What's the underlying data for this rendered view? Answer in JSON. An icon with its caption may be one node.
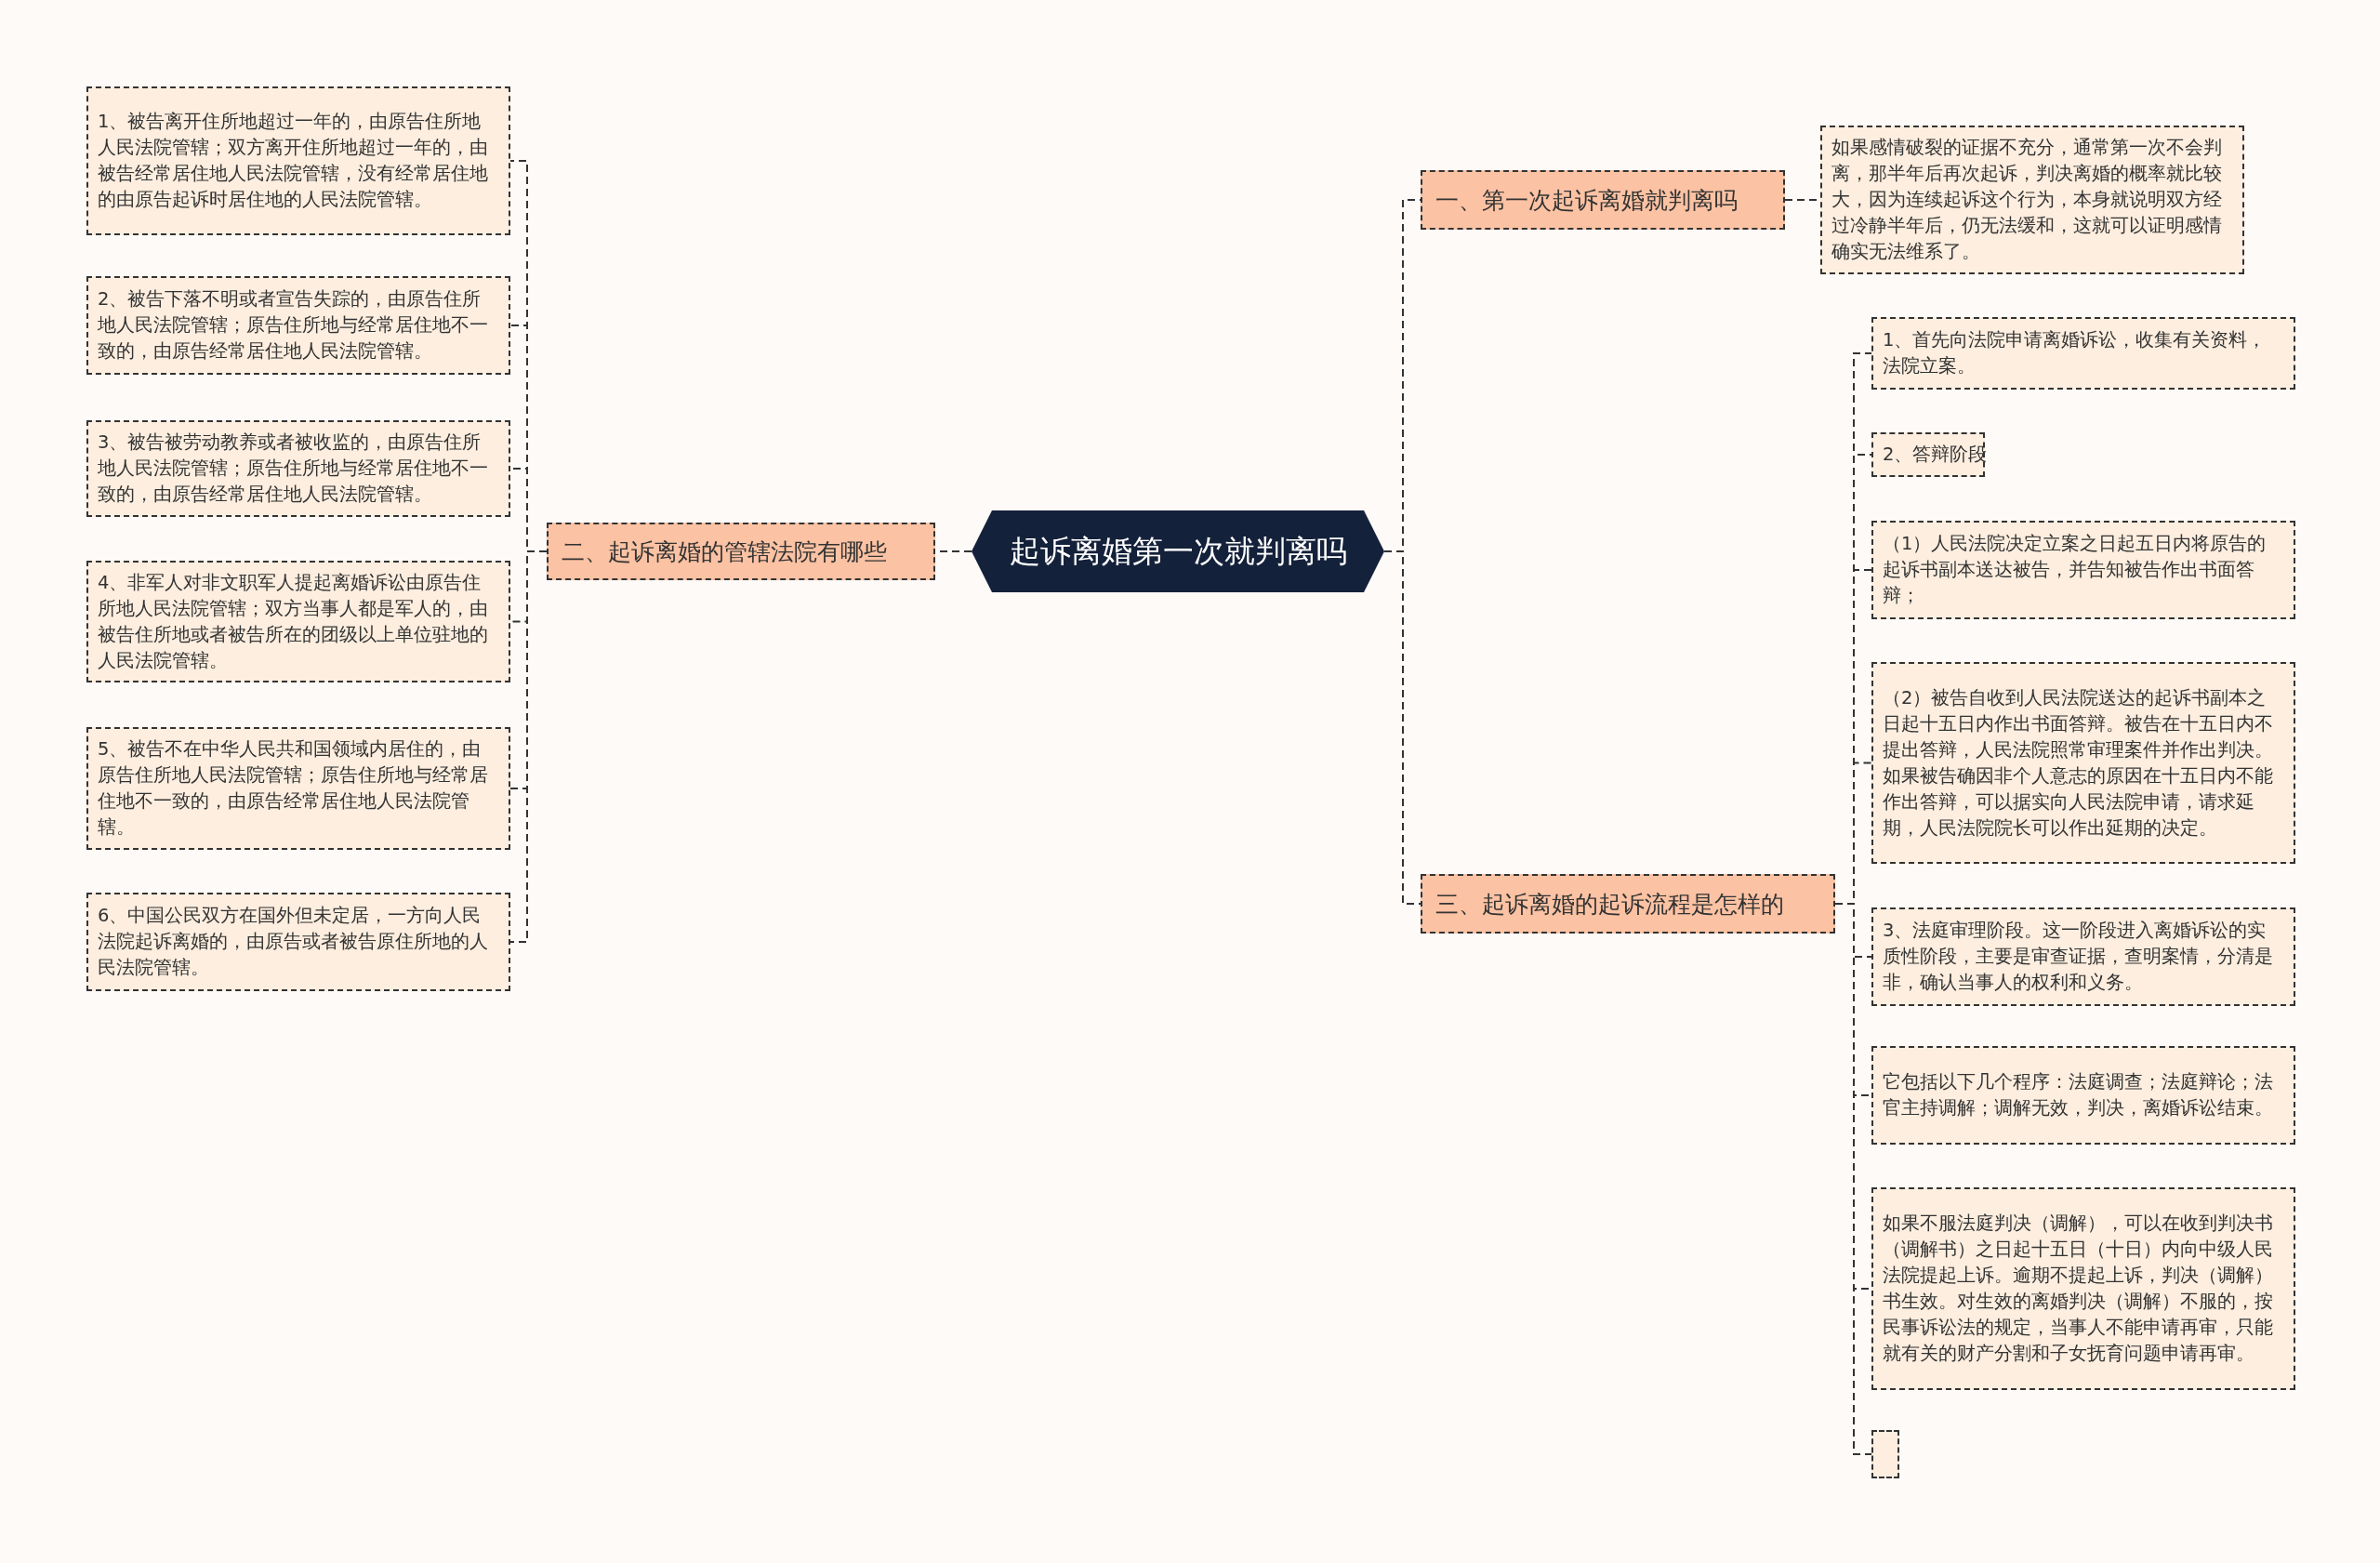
{
  "diagram": {
    "nodes": [
      {
        "text": [
          "起诉离婚第一次就判离吗"
        ]
      },
      {
        "text": [
          "一、第一次起诉离婚就判离吗"
        ]
      },
      {
        "text": [
          "如果感情破裂的证据不充分，通常第一次不会判离，那半年后再次起诉，判决离婚的概率就比较大，因为连续起诉这个行为，本身就说明双方经过冷静半年后，仍无法缓和，这就可以证明感情确实无法维系了。"
        ]
      },
      {
        "text": [
          "二、起诉离婚的管辖法院有哪些"
        ]
      },
      {
        "text": [
          "1、被告离开住所地超过一年的，由原告住所地人民法院管辖；双方离开住所地超过一年的，由被告经常居住地人民法院管辖，没有经常居住地的由原告起诉时居住地的人民法院管辖。"
        ]
      },
      {
        "text": [
          "2、被告下落不明或者宣告失踪的，由原告住所地人民法院管辖；原告住所地与经常居住地不一致的，由原告经常居住地人民法院管辖。"
        ]
      },
      {
        "text": [
          "3、被告被劳动教养或者被收监的，由原告住所地人民法院管辖；原告住所地与经常居住地不一致的，由原告经常居住地人民法院管辖。"
        ]
      },
      {
        "text": [
          "4、非军人对非文职军人提起离婚诉讼由原告住所地人民法院管辖；双方当事人都是军人的，由被告住所地或者被告所在的团级以上单位驻地的人民法院管辖。"
        ]
      },
      {
        "text": [
          "5、被告不在中华人民共和国领域内居住的，由原告住所地人民法院管辖；原告住所地与经常居住地不一致的，由原告经常居住地人民法院管辖。"
        ]
      },
      {
        "text": [
          "6、中国公民双方在国外但未定居，一方向人民法院起诉离婚的，由原告或者被告原住所地的人民法院管辖。"
        ]
      },
      {
        "text": [
          "三、起诉离婚的起诉流程是怎样的"
        ]
      },
      {
        "text": [
          "1、首先向法院申请离婚诉讼，收集有关资料，法院立案。"
        ]
      },
      {
        "text": [
          "2、答辩阶段"
        ]
      },
      {
        "text": [
          "（1）人民法院决定立案之日起五日内将原告的起诉书副本送达被告，并告知被告作出书面答辩；"
        ]
      },
      {
        "text": [
          "（2）被告自收到人民法院送达的起诉书副本之日起十五日内作出书面答辩。被告在十五日内不提出答辩，人民法院照常审理案件并作出判决。如果被告确因非个人意志的原因在十五日内不能作出答辩，可以据实向人民法院申请，请求延期，人民法院院长可以作出延期的决定。"
        ]
      },
      {
        "text": [
          "3、法庭审理阶段。这一阶段进入离婚诉讼的实质性阶段，主要是审查证据，查明案情，分清是非，确认当事人的权利和义务。"
        ]
      },
      {
        "text": [
          "它包括以下几个程序：法庭调查；法庭辩论；法官主持调解；调解无效，判决，离婚诉讼结束。"
        ]
      },
      {
        "text": [
          "如果不服法庭判决（调解），可以在收到判决书（调解书）之日起十五日（十日）内向中级人民法院提起上诉。逾期不提起上诉，判决（调解）书生效。对生效的离婚判决（调解）不服的，按民事诉讼法的规定，当事人不能申请再审，只能就有关的财产分割和子女抚育问题申请再审。"
        ]
      },
      {
        "text": [],
        "shape": "box"
      }
    ],
    "edges": [
      {
        "from": 0,
        "to": 1,
        "arrow": "none"
      },
      {
        "from": 1,
        "to": 2,
        "arrow": "none"
      },
      {
        "from": 0,
        "to": 3,
        "arrow": "none"
      },
      {
        "from": 3,
        "to": 4,
        "arrow": "none"
      },
      {
        "from": 3,
        "to": 5,
        "arrow": "none"
      },
      {
        "from": 3,
        "to": 6,
        "arrow": "none"
      },
      {
        "from": 3,
        "to": 7,
        "arrow": "none"
      },
      {
        "from": 3,
        "to": 8,
        "arrow": "none"
      },
      {
        "from": 3,
        "to": 9,
        "arrow": "none"
      },
      {
        "from": 0,
        "to": 10,
        "arrow": "none"
      },
      {
        "from": 10,
        "to": 11,
        "arrow": "none"
      },
      {
        "from": 10,
        "to": 12,
        "arrow": "none"
      },
      {
        "from": 10,
        "to": 13,
        "arrow": "none"
      },
      {
        "from": 10,
        "to": 14,
        "arrow": "none"
      },
      {
        "from": 10,
        "to": 15,
        "arrow": "none"
      },
      {
        "from": 10,
        "to": 16,
        "arrow": "none"
      },
      {
        "from": 10,
        "to": 17,
        "arrow": "none"
      },
      {
        "from": 10,
        "to": 18,
        "arrow": "none"
      }
    ]
  }
}
